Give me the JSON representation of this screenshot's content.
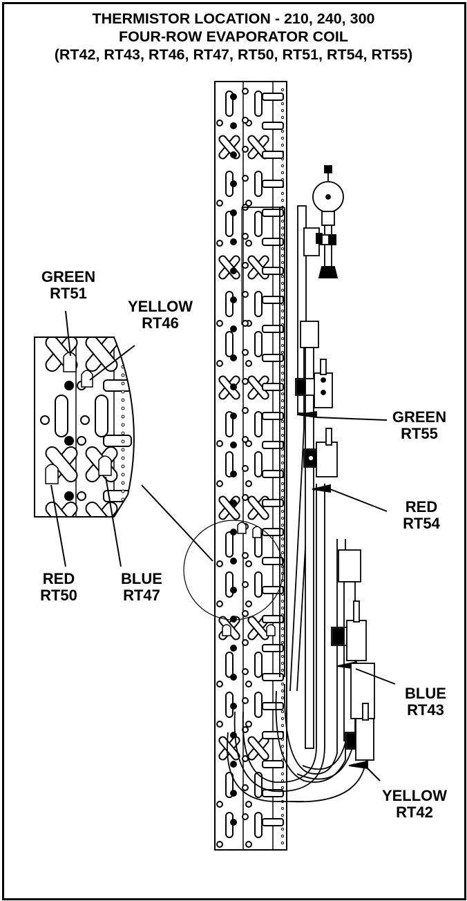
{
  "title": {
    "line1": "THERMISTOR LOCATION - 210, 240, 300",
    "line2": "FOUR-ROW EVAPORATOR COIL",
    "line3": "(RT42, RT43, RT46, RT47, RT50, RT51, RT54, RT55)"
  },
  "labels": {
    "rt51": {
      "color": "GREEN",
      "id": "RT51"
    },
    "rt46": {
      "color": "YELLOW",
      "id": "RT46"
    },
    "rt50": {
      "color": "RED",
      "id": "RT50"
    },
    "rt47": {
      "color": "BLUE",
      "id": "RT47"
    },
    "rt55": {
      "color": "GREEN",
      "id": "RT55"
    },
    "rt54": {
      "color": "RED",
      "id": "RT54"
    },
    "rt43": {
      "color": "BLUE",
      "id": "RT43"
    },
    "rt42": {
      "color": "YELLOW",
      "id": "RT42"
    }
  }
}
